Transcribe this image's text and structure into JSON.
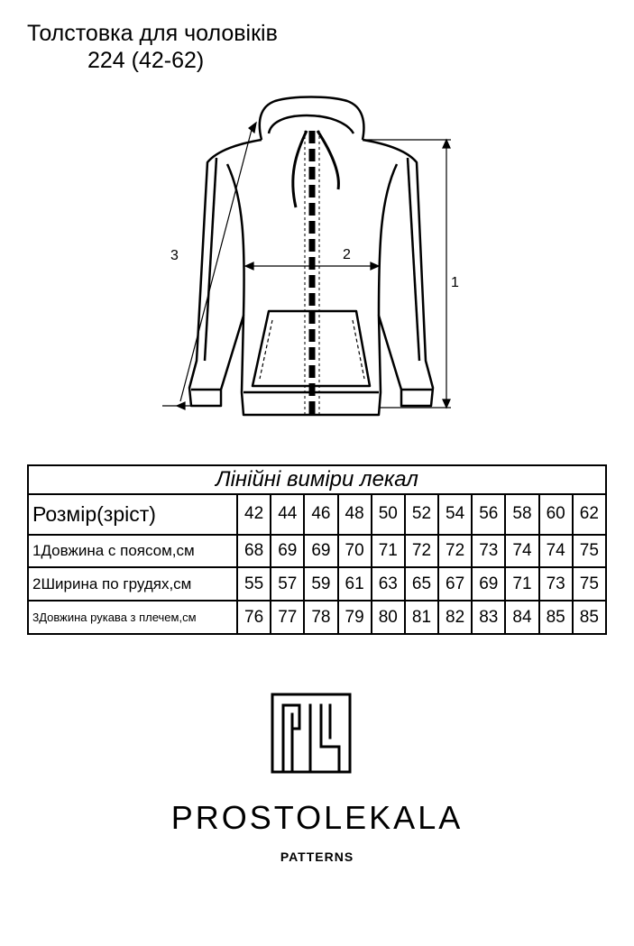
{
  "header": {
    "title": "Толстовка для чоловіків",
    "subtitle": "224 (42-62)"
  },
  "diagram": {
    "labels": {
      "length": "1",
      "chest": "2",
      "sleeve": "3"
    }
  },
  "table": {
    "caption": "Лінійні виміри лекал",
    "header_label": "Розмір(зріст)",
    "sizes": [
      "42",
      "44",
      "46",
      "48",
      "50",
      "52",
      "54",
      "56",
      "58",
      "60",
      "62"
    ],
    "rows": [
      {
        "label": "1Довжина с поясом,см",
        "values": [
          "68",
          "69",
          "69",
          "70",
          "71",
          "72",
          "72",
          "73",
          "74",
          "74",
          "75"
        ]
      },
      {
        "label": "2Ширина по грудях,см",
        "values": [
          "55",
          "57",
          "59",
          "61",
          "63",
          "65",
          "67",
          "69",
          "71",
          "73",
          "75"
        ]
      },
      {
        "label": "3Довжина рукава з плечем,см",
        "values": [
          "76",
          "77",
          "78",
          "79",
          "80",
          "81",
          "82",
          "83",
          "84",
          "85",
          "85"
        ]
      }
    ]
  },
  "brand": {
    "name": "PROSTOLEKALA",
    "tagline": "PATTERNS"
  }
}
